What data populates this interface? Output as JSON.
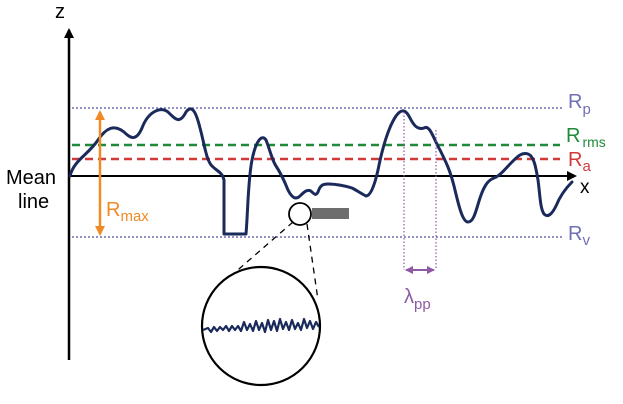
{
  "axes": {
    "z_label": "z",
    "x_label": "x"
  },
  "mean_line": {
    "line1": "Mean",
    "line2": "line"
  },
  "parameters": {
    "rp": {
      "base": "R",
      "sub": "p",
      "color": "#6f6fb2"
    },
    "rrms": {
      "base": "R",
      "sub": "rms",
      "color": "#1f8a3a"
    },
    "ra": {
      "base": "R",
      "sub": "a",
      "color": "#d23a3a"
    },
    "rv": {
      "base": "R",
      "sub": "v",
      "color": "#6f6fb2"
    },
    "rmax": {
      "base": "R",
      "sub": "max",
      "color": "#f08a24"
    },
    "lambda_pp": {
      "base": "λ",
      "sub": "pp",
      "color": "#8e5aa5"
    }
  },
  "colors": {
    "profile": "#1a2a5a",
    "axis": "#000000",
    "gauge": "#6d6d6d"
  }
}
